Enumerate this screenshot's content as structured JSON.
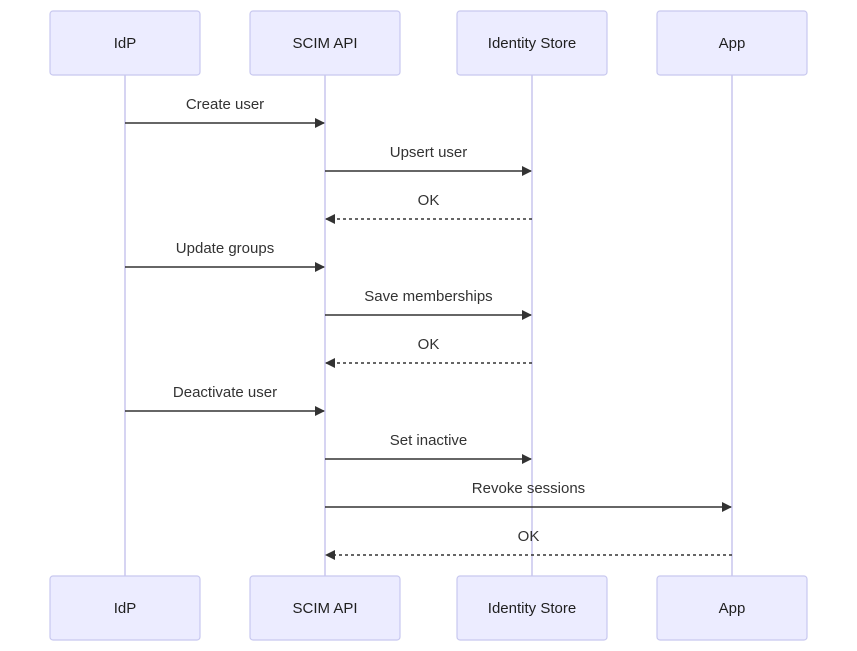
{
  "diagram": {
    "participants": [
      {
        "id": "idp",
        "label": "IdP"
      },
      {
        "id": "scim",
        "label": "SCIM API"
      },
      {
        "id": "store",
        "label": "Identity Store"
      },
      {
        "id": "app",
        "label": "App"
      }
    ],
    "messages": [
      {
        "from": "idp",
        "to": "scim",
        "label": "Create user",
        "style": "solid"
      },
      {
        "from": "scim",
        "to": "store",
        "label": "Upsert user",
        "style": "solid"
      },
      {
        "from": "store",
        "to": "scim",
        "label": "OK",
        "style": "dashed"
      },
      {
        "from": "idp",
        "to": "scim",
        "label": "Update groups",
        "style": "solid"
      },
      {
        "from": "scim",
        "to": "store",
        "label": "Save memberships",
        "style": "solid"
      },
      {
        "from": "store",
        "to": "scim",
        "label": "OK",
        "style": "dashed"
      },
      {
        "from": "idp",
        "to": "scim",
        "label": "Deactivate user",
        "style": "solid"
      },
      {
        "from": "scim",
        "to": "store",
        "label": "Set inactive",
        "style": "solid"
      },
      {
        "from": "scim",
        "to": "app",
        "label": "Revoke sessions",
        "style": "solid"
      },
      {
        "from": "app",
        "to": "scim",
        "label": "OK",
        "style": "dashed"
      }
    ]
  }
}
